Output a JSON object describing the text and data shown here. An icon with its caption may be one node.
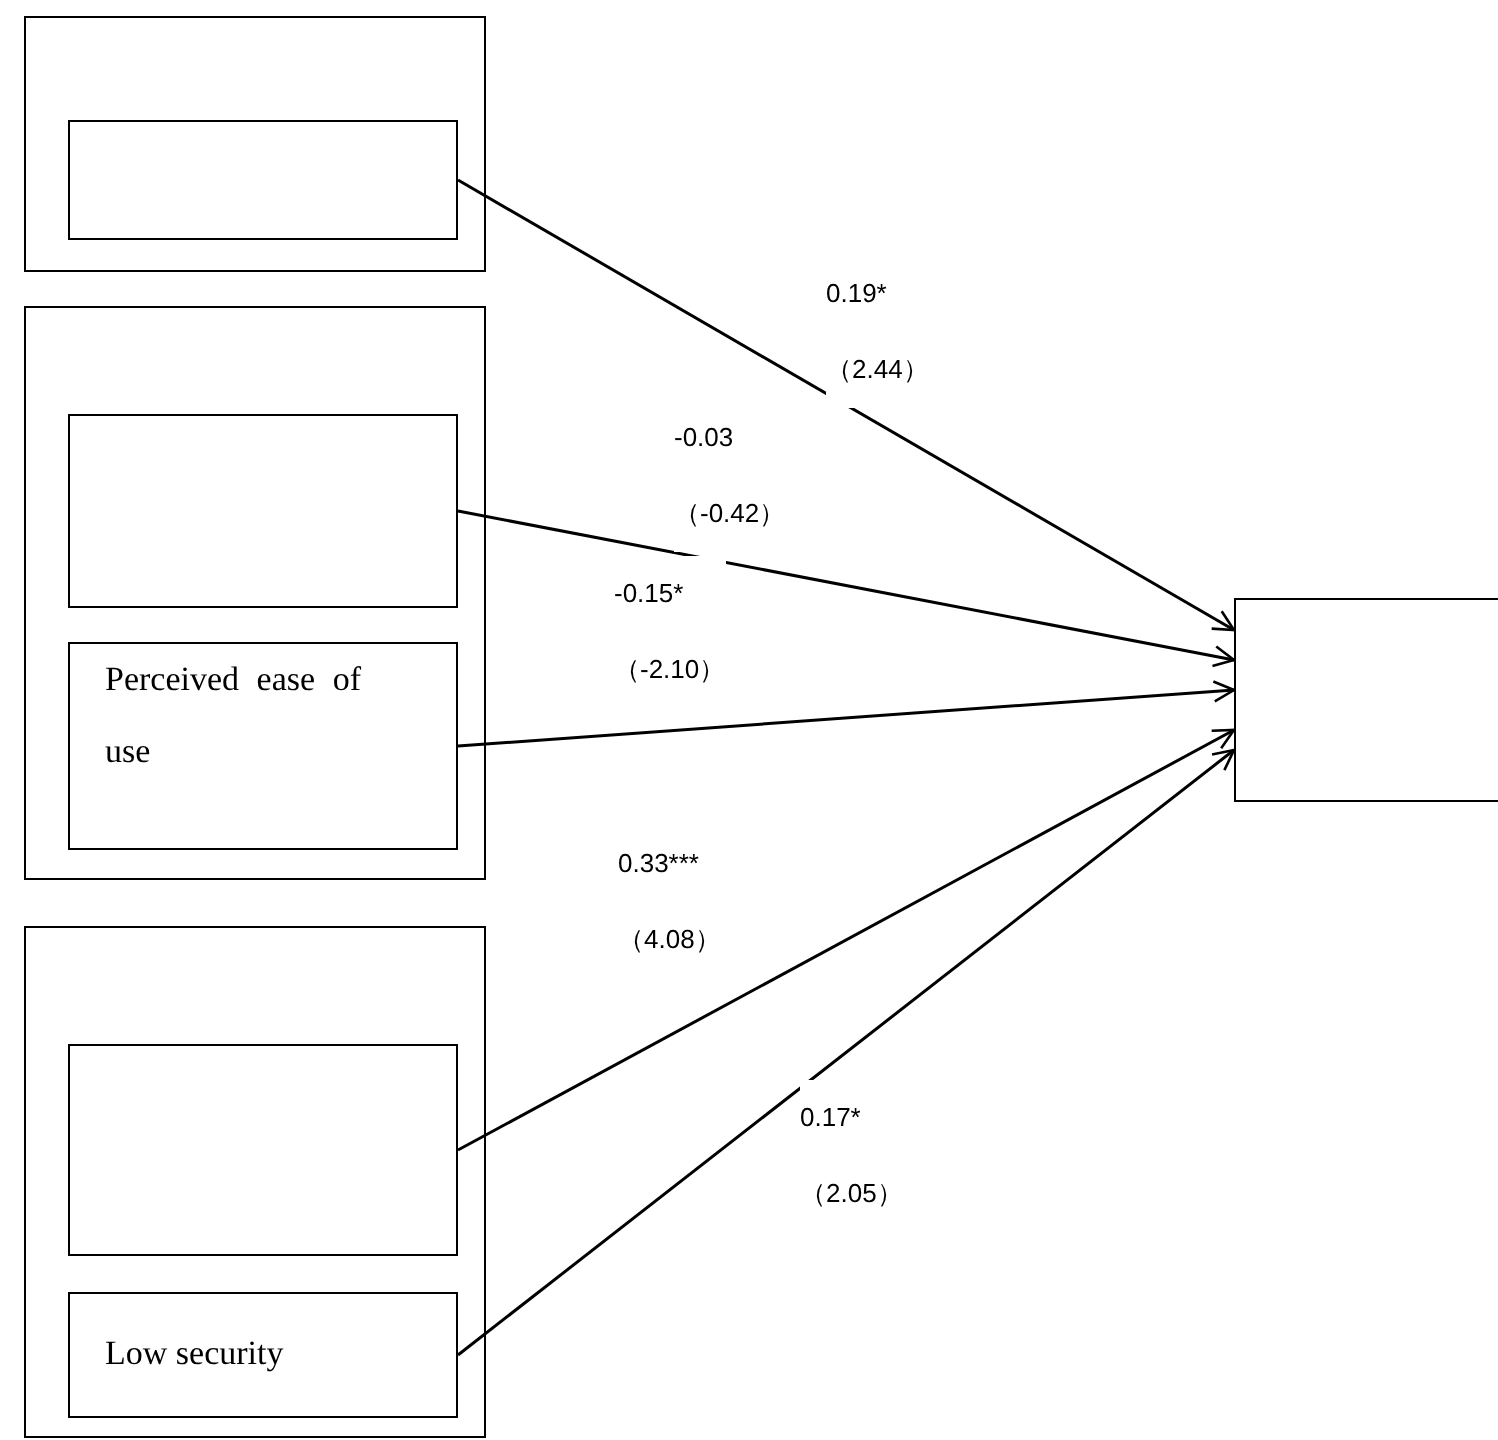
{
  "diagram": {
    "nodes": [
      {
        "text": [],
        "shape": "box"
      },
      {
        "text": [],
        "shape": "box",
        "in": 0
      },
      {
        "text": [],
        "shape": "box"
      },
      {
        "text": [],
        "shape": "box",
        "in": 2
      },
      {
        "text": [
          "Perceived ease of use"
        ],
        "in": 2
      },
      {
        "text": [],
        "shape": "box"
      },
      {
        "text": [],
        "shape": "box",
        "in": 5
      },
      {
        "text": [
          "Low security"
        ],
        "in": 5
      },
      {
        "text": [],
        "shape": "box"
      }
    ],
    "edges": [
      {
        "from": 1,
        "to": 8,
        "arrow": "to",
        "label": "0.19* （2.44）"
      },
      {
        "from": 3,
        "to": 8,
        "arrow": "to",
        "label": "-0.03 （-0.42）"
      },
      {
        "from": 4,
        "to": 8,
        "arrow": "to",
        "label": "-0.15* （-2.10）"
      },
      {
        "from": 6,
        "to": 8,
        "arrow": "to",
        "label": "0.33*** （4.08）"
      },
      {
        "from": 7,
        "to": 8,
        "arrow": "to",
        "label": "0.17* （2.05）"
      }
    ]
  }
}
